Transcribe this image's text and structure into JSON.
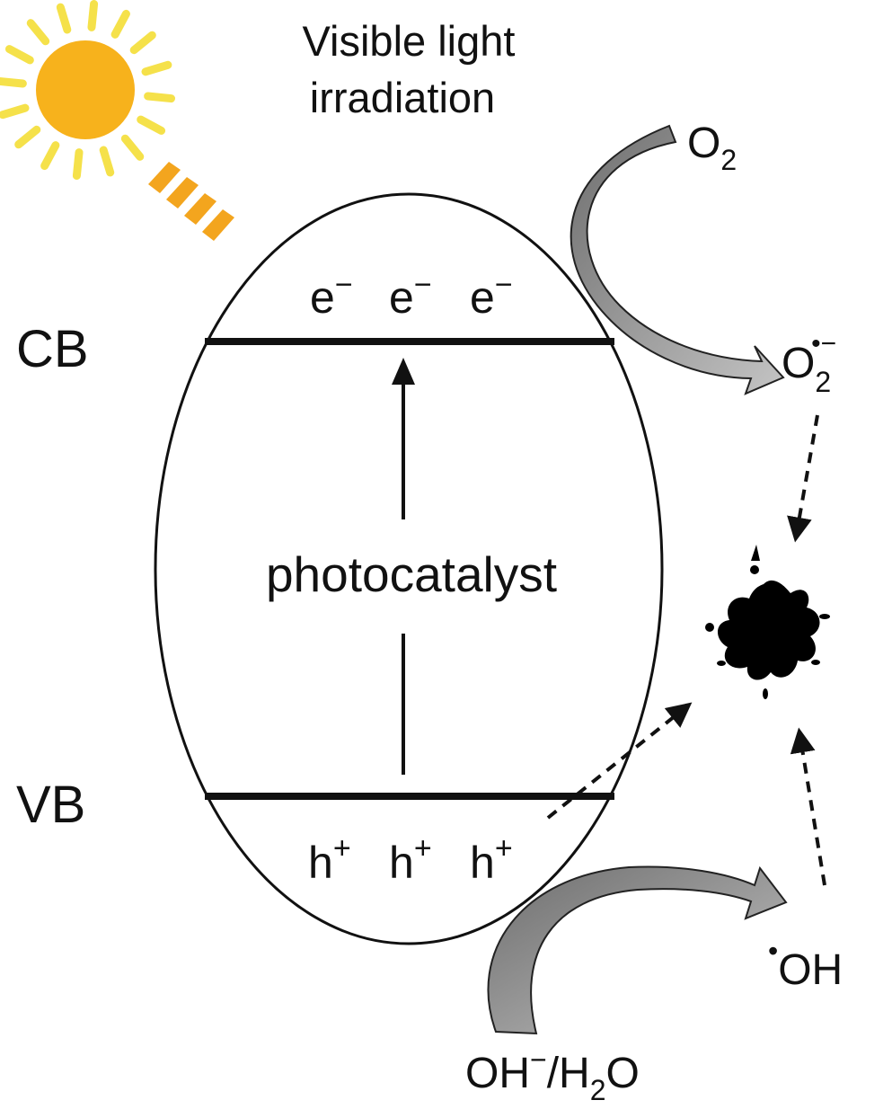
{
  "title": {
    "line1": "Visible light",
    "line2": "irradiation"
  },
  "bands": {
    "cb": "CB",
    "vb": "VB"
  },
  "center_label": "photocatalyst",
  "carriers": {
    "electron": {
      "base": "e",
      "sup": "−"
    },
    "hole": {
      "base": "h",
      "sup": "+"
    }
  },
  "species": {
    "o2": {
      "base": "O",
      "sub": "2"
    },
    "superoxide": {
      "base": "O",
      "sub": "2",
      "sup": "•−"
    },
    "hydroxyl_radical": {
      "dot": "•",
      "text": "OH"
    },
    "hydroxide_water": {
      "a": "OH",
      "a_sup": "−",
      "b": "/H",
      "b_sub": "2",
      "c": "O"
    }
  },
  "colors": {
    "sun_core": "#F7B21C",
    "sun_rays": "#F5E14A",
    "light_beam": "#F3A51E",
    "curved_arrow": "#8A8A8A",
    "pollutant": "#000000",
    "outline": "#111111"
  },
  "icons": {
    "sun": "sun-icon",
    "pollutant": "pollutant-splat-icon",
    "light": "light-beam-icon"
  }
}
